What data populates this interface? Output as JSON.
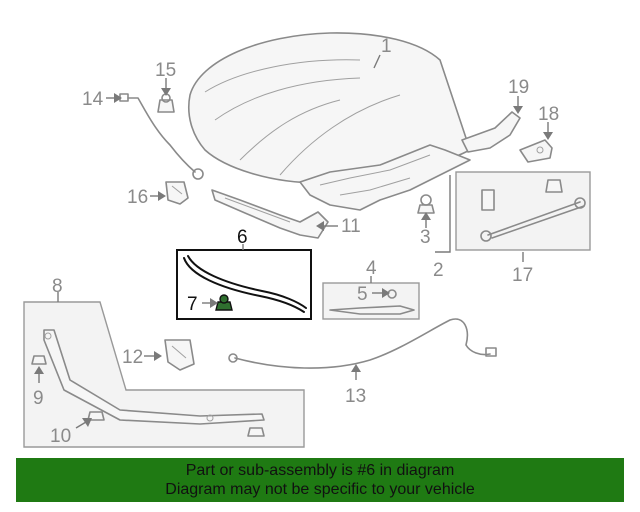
{
  "callouts": [
    "1",
    "2",
    "3",
    "4",
    "5",
    "6",
    "7",
    "8",
    "9",
    "10",
    "11",
    "12",
    "13",
    "14",
    "15",
    "16",
    "17",
    "18",
    "19"
  ],
  "banner": {
    "line1": "Part or sub-assembly is #6 in diagram",
    "line2": "Diagram may not be specific to your vehicle"
  },
  "colors": {
    "banner_bg": "#1f7a13",
    "highlight_part": "#2f6f2f",
    "line_art": "#8a8a8a"
  }
}
